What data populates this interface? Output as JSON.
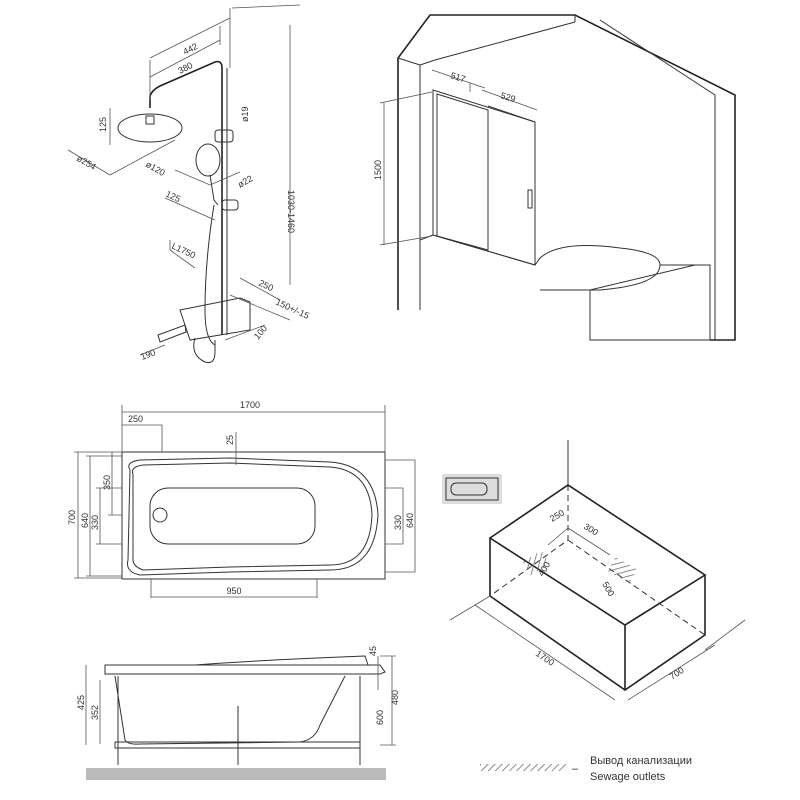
{
  "shower_set": {
    "dims": {
      "reach_total": "442",
      "reach_arm": "380",
      "head_height": "125",
      "pipe_diameter": "ø19",
      "head_diameter": "ø254",
      "hand_shower_diameter": "ø120",
      "holder_diameter": "ø22",
      "holder_offset": "125",
      "hose_length": "L1750",
      "shelf_depth": "250",
      "inlet_spacing": "150+/-15",
      "mixer_offset": "100",
      "spout_length": "190",
      "height_range": "1030-1460"
    }
  },
  "glass_screen": {
    "dims": {
      "panel_left": "517",
      "panel_right": "529",
      "height": "1500"
    }
  },
  "bath_top_view": {
    "dims": {
      "length": "1700",
      "drain_offset": "250",
      "rim": "25",
      "drain_from_side": "350",
      "inner_width_left": "640",
      "outer_width": "700",
      "bottom_width_left": "330",
      "bottom_width_right": "330",
      "inner_width_right": "640",
      "bottom_length": "950"
    }
  },
  "bath_side_view": {
    "dims": {
      "rim_slope": "45",
      "height_left": "425",
      "depth": "352",
      "height_total": "600",
      "height_right": "480"
    }
  },
  "installation_view": {
    "dims": {
      "outlet_offset": "250",
      "outlet_spacing": "300",
      "outlet_left_size": "400",
      "outlet_right_size": "500",
      "length": "1700",
      "width": "700"
    }
  },
  "legend": {
    "label_ru": "Вывод канализации",
    "label_en": "Sewage outlets",
    "dash": "–"
  }
}
